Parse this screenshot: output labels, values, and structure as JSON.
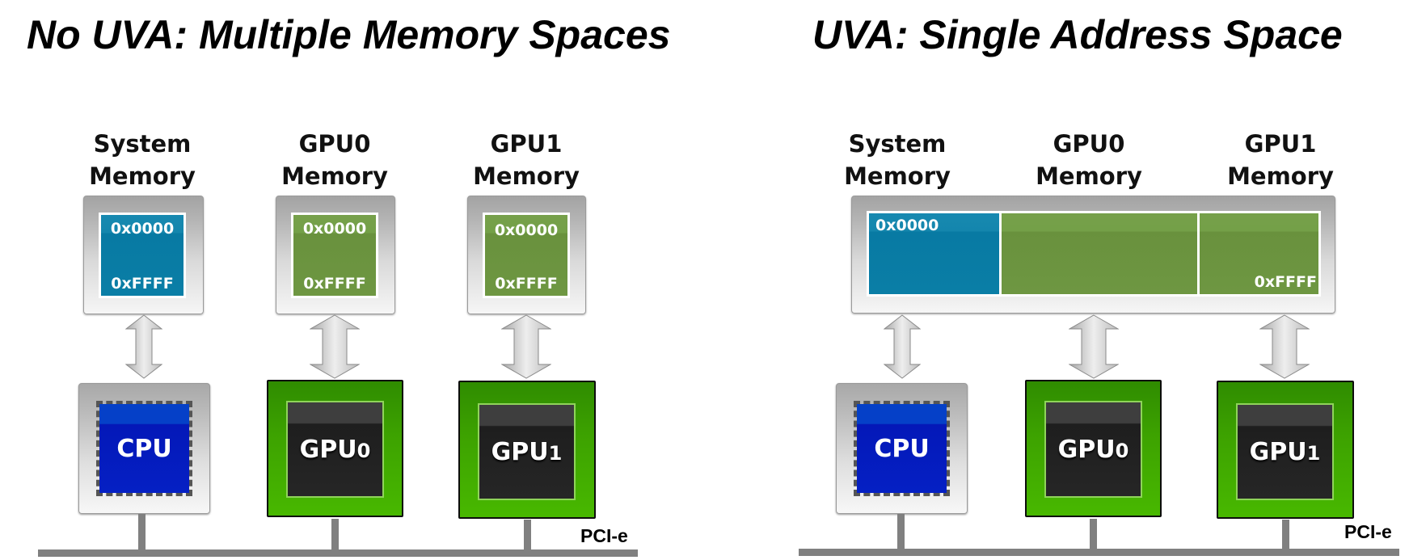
{
  "left_panel": {
    "title": "No UVA: Multiple Memory Spaces",
    "memories": [
      {
        "label_line1": "System",
        "label_line2": "Memory",
        "start": "0x0000",
        "end": "0xFFFF",
        "color": "#0a7ea6"
      },
      {
        "label_line1": "GPU0",
        "label_line2": "Memory",
        "start": "0x0000",
        "end": "0xFFFF",
        "color": "#6e9742"
      },
      {
        "label_line1": "GPU1",
        "label_line2": "Memory",
        "start": "0x0000",
        "end": "0xFFFF",
        "color": "#6e9742"
      }
    ],
    "processors": [
      {
        "name": "CPU",
        "type": "cpu"
      },
      {
        "name": "GPU",
        "sub": "0",
        "type": "gpu"
      },
      {
        "name": "GPU",
        "sub": "1",
        "type": "gpu"
      }
    ],
    "bus_label": "PCI-e"
  },
  "right_panel": {
    "title": "UVA: Single Address Space",
    "memory_labels": [
      {
        "line1": "System",
        "line2": "Memory"
      },
      {
        "line1": "GPU0",
        "line2": "Memory"
      },
      {
        "line1": "GPU1",
        "line2": "Memory"
      }
    ],
    "unified_memory": {
      "start": "0x0000",
      "end": "0xFFFF"
    },
    "processors": [
      {
        "name": "CPU",
        "type": "cpu"
      },
      {
        "name": "GPU",
        "sub": "0",
        "type": "gpu"
      },
      {
        "name": "GPU",
        "sub": "1",
        "type": "gpu"
      }
    ],
    "bus_label": "PCI-e"
  },
  "colors": {
    "cpu_blue": "#0520c4",
    "gpu_green": "#48b800",
    "sys_mem": "#0a7ea6",
    "gpu_mem": "#6e9742",
    "bus": "#808080"
  }
}
